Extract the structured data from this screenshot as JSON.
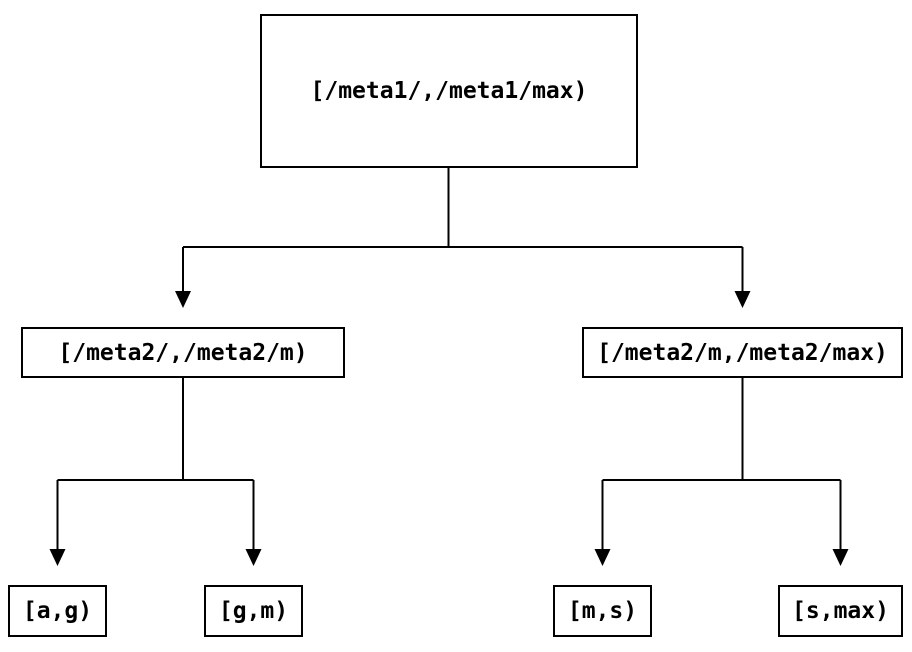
{
  "diagram": {
    "type": "binary-interval-partition-tree",
    "nodes": {
      "root": {
        "label": "[/meta1/,/meta1/max)"
      },
      "left": {
        "label": "[/meta2/,/meta2/m)"
      },
      "right": {
        "label": "[/meta2/m,/meta2/max)"
      },
      "leaf_ag": {
        "label": "[a,g)"
      },
      "leaf_gm": {
        "label": "[g,m)"
      },
      "leaf_ms": {
        "label": "[m,s)"
      },
      "leaf_smax": {
        "label": "[s,max)"
      }
    },
    "edges": [
      {
        "from": "root",
        "to": "left"
      },
      {
        "from": "root",
        "to": "right"
      },
      {
        "from": "left",
        "to": "leaf_ag"
      },
      {
        "from": "left",
        "to": "leaf_gm"
      },
      {
        "from": "right",
        "to": "leaf_ms"
      },
      {
        "from": "right",
        "to": "leaf_smax"
      }
    ],
    "colors": {
      "line": "#000000",
      "border": "#000000",
      "text": "#000000",
      "background": "#ffffff"
    }
  }
}
